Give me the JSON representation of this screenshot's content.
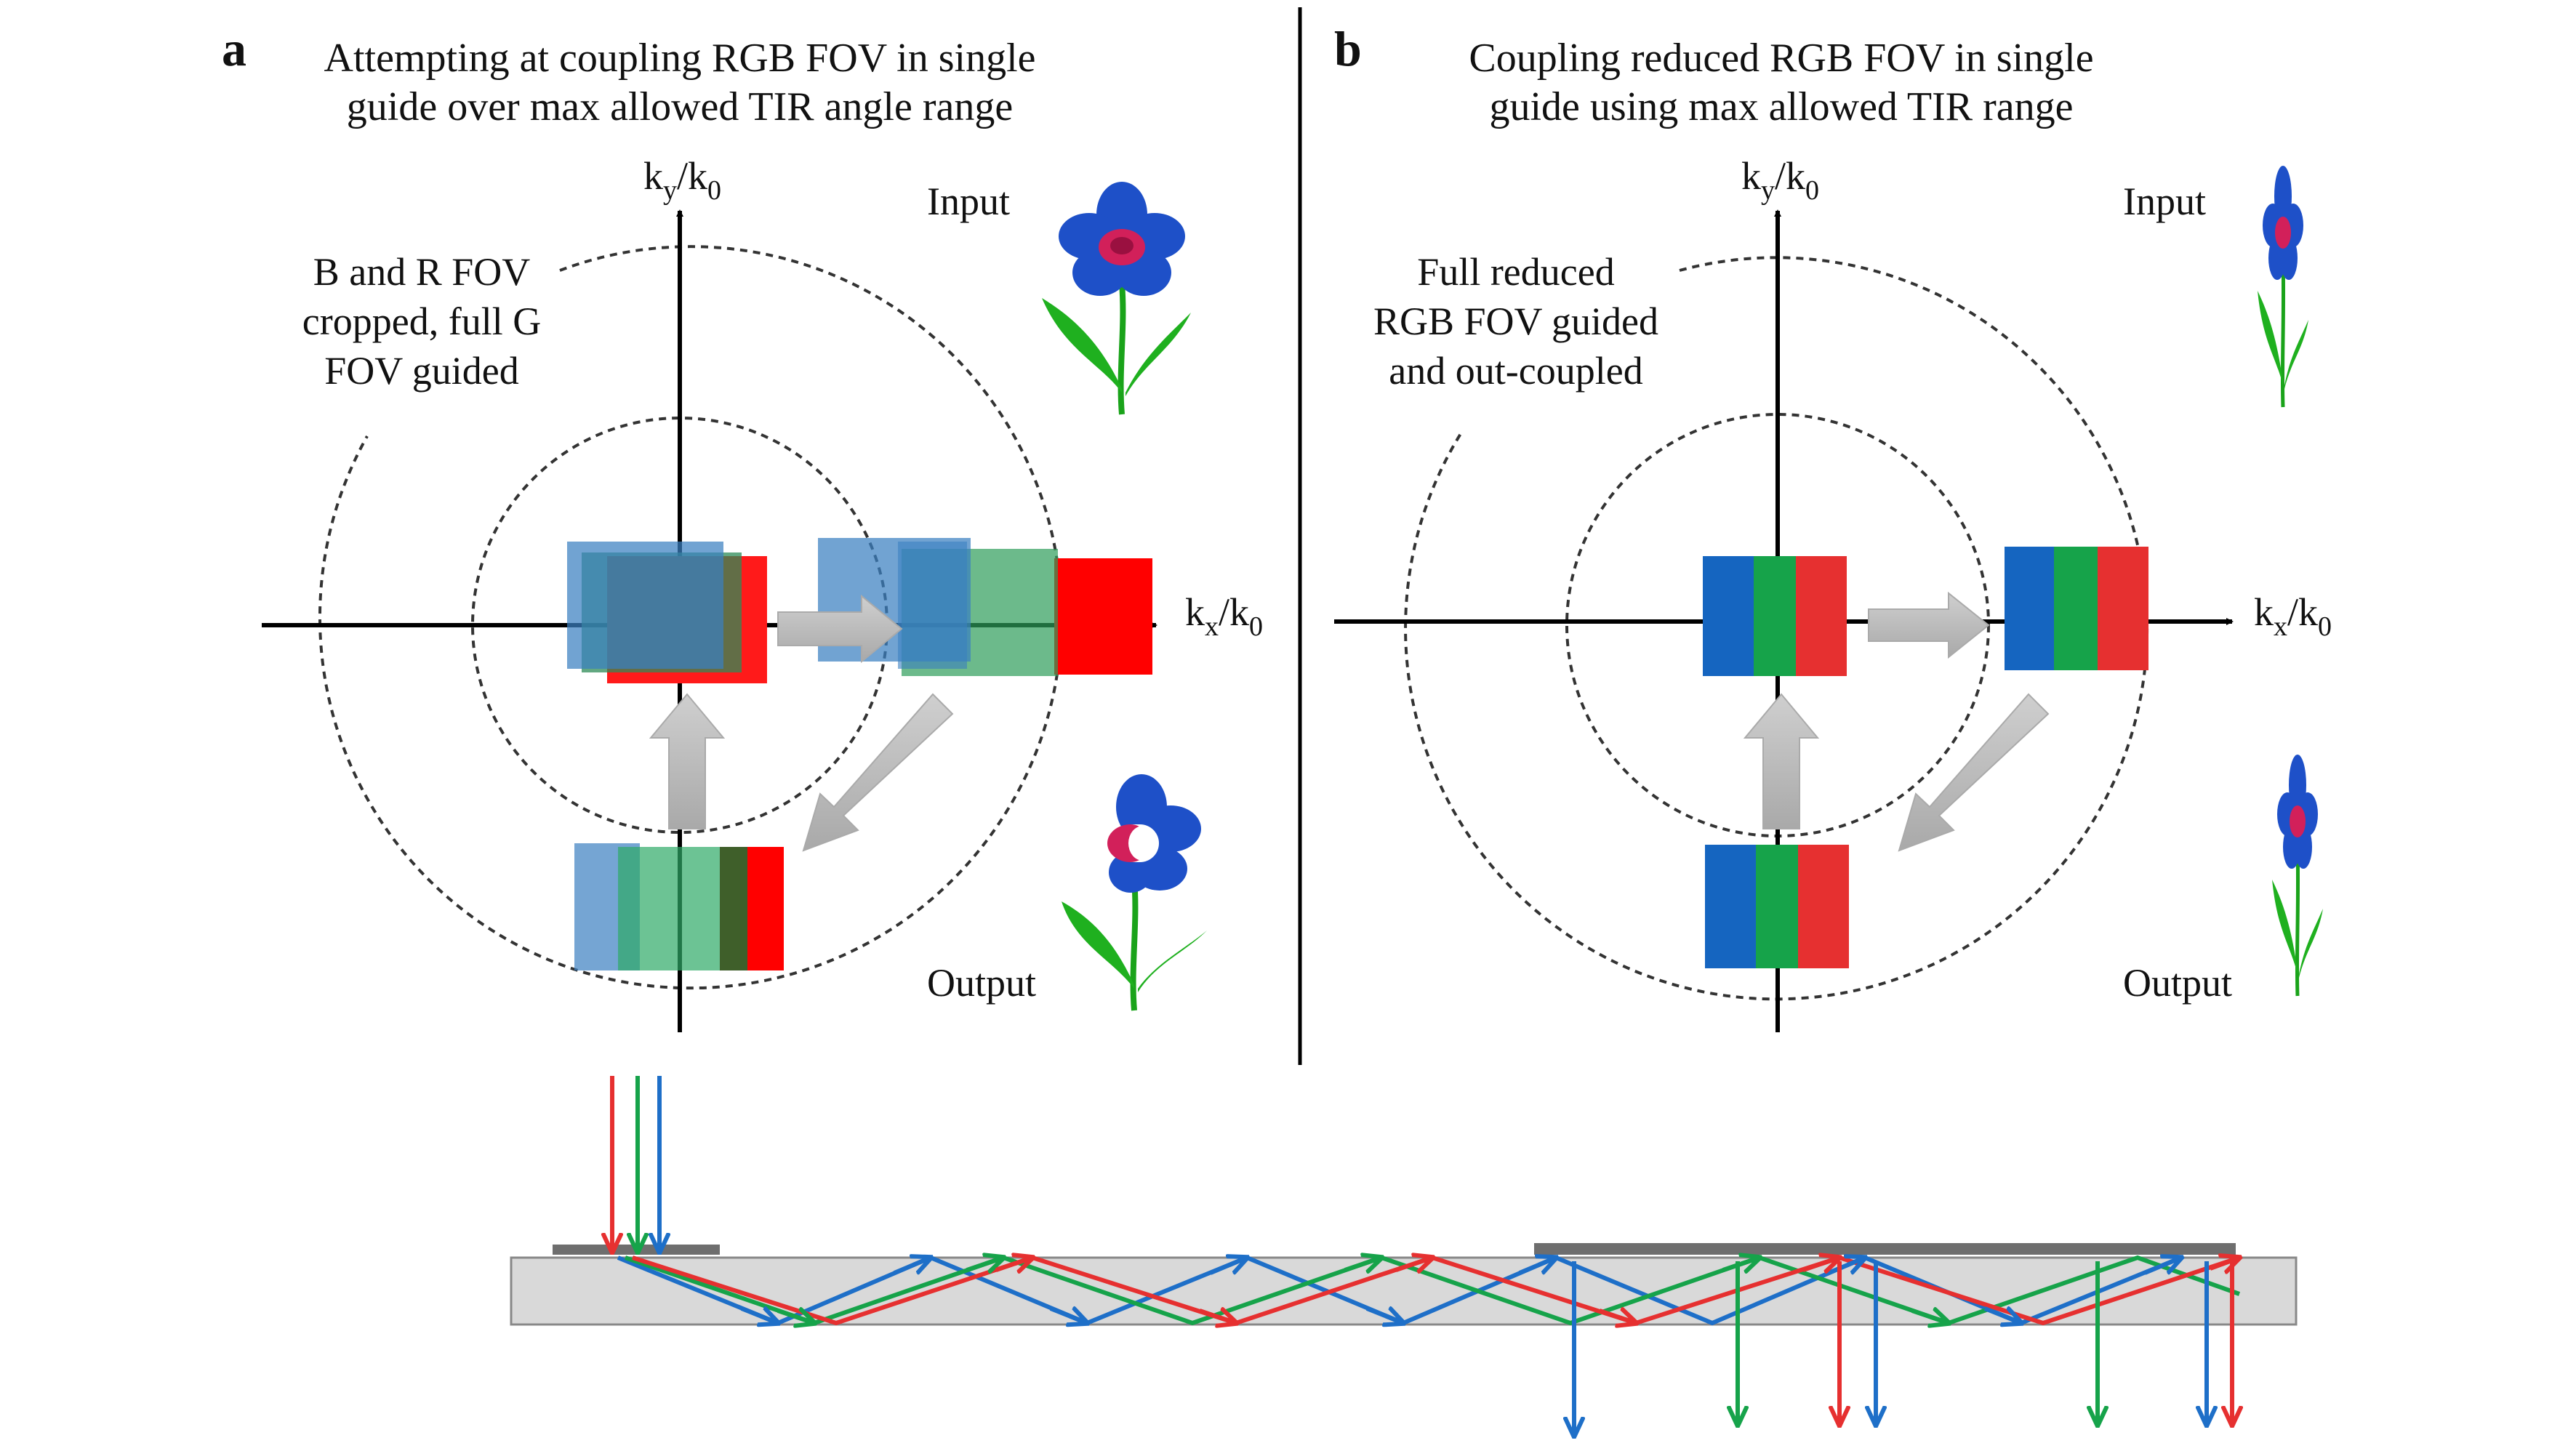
{
  "panel_a": {
    "letter": "a",
    "title_line1": "Attempting at coupling RGB FOV in single",
    "title_line2": "guide over max allowed TIR angle range",
    "note_line1": "B and R FOV",
    "note_line2": "cropped, full G",
    "note_line3": "FOV guided",
    "input_label": "Input",
    "output_label": "Output"
  },
  "panel_b": {
    "letter": "b",
    "title_line1": "Coupling reduced RGB FOV in single",
    "title_line2": "guide using max allowed TIR range",
    "note_line1": "Full reduced",
    "note_line2": "RGB FOV guided",
    "note_line3": "and out-coupled",
    "input_label": "Input",
    "output_label": "Output"
  },
  "axes": {
    "y_main": "k",
    "y_sub": "y",
    "y_mid": "/k",
    "y_sub0": "0",
    "x_main": "k",
    "x_sub": "x",
    "x_mid": "/k",
    "x_sub0": "0"
  },
  "colors": {
    "blue": "#1565c0",
    "green": "#16a34a",
    "red": "#e63030",
    "arrow_gray": "#bdbdbd",
    "waveguide": "#d9d9d9",
    "grating": "#6e6e6e"
  },
  "icons": [
    "flower-icon",
    "cropped-flower-icon",
    "narrow-flower-icon"
  ]
}
